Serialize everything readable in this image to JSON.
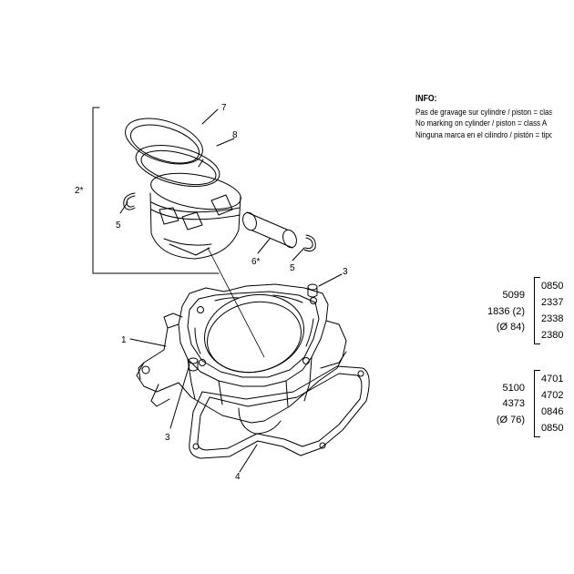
{
  "callouts": [
    "7",
    "8",
    "2*",
    "5",
    "6*",
    "5",
    "3",
    "1",
    "3",
    "4"
  ],
  "info": {
    "title": "INFO:",
    "lines": [
      "Pas de gravage sur cylindre / piston = classe A",
      "No marking on cylinder / piston = class A",
      "Ninguna marca en el cilindro / pistón = tipo A"
    ]
  },
  "part_groups": [
    {
      "left": [
        "5099",
        "1836 (2)",
        "(Ø 84)"
      ],
      "right": [
        "0850",
        "2337",
        "2338",
        "2380"
      ]
    },
    {
      "left": [
        "5100",
        "4373",
        "(Ø 76)"
      ],
      "right": [
        "4701",
        "4702",
        "0846",
        "0850"
      ]
    }
  ]
}
